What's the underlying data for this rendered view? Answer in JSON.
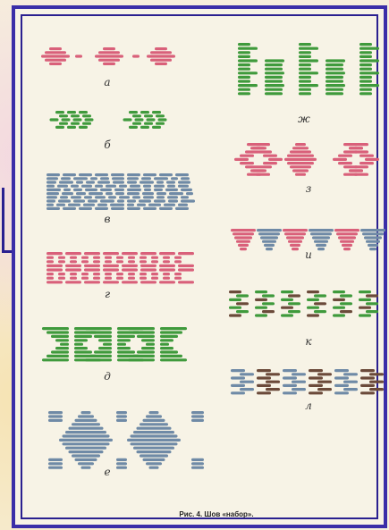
{
  "caption": "Рис. 4. Шов «набор».",
  "colors": {
    "pink": "#d9607a",
    "green": "#3f9a3c",
    "blue": "#6f8aa6",
    "brown": "#6b4a3a",
    "frame": "#2a2090"
  },
  "panels": [
    {
      "label": "а",
      "color": "pink"
    },
    {
      "label": "б",
      "color": "green"
    },
    {
      "label": "в",
      "color": "blue"
    },
    {
      "label": "г",
      "color": "pink"
    },
    {
      "label": "д",
      "color": "green"
    },
    {
      "label": "е",
      "color": "blue"
    },
    {
      "label": "ж",
      "color": "green"
    },
    {
      "label": "з",
      "color": "pink"
    },
    {
      "label": "и",
      "color": "pink-blue"
    },
    {
      "label": "к",
      "color": "green-brown"
    },
    {
      "label": "л",
      "color": "blue-brown"
    }
  ]
}
